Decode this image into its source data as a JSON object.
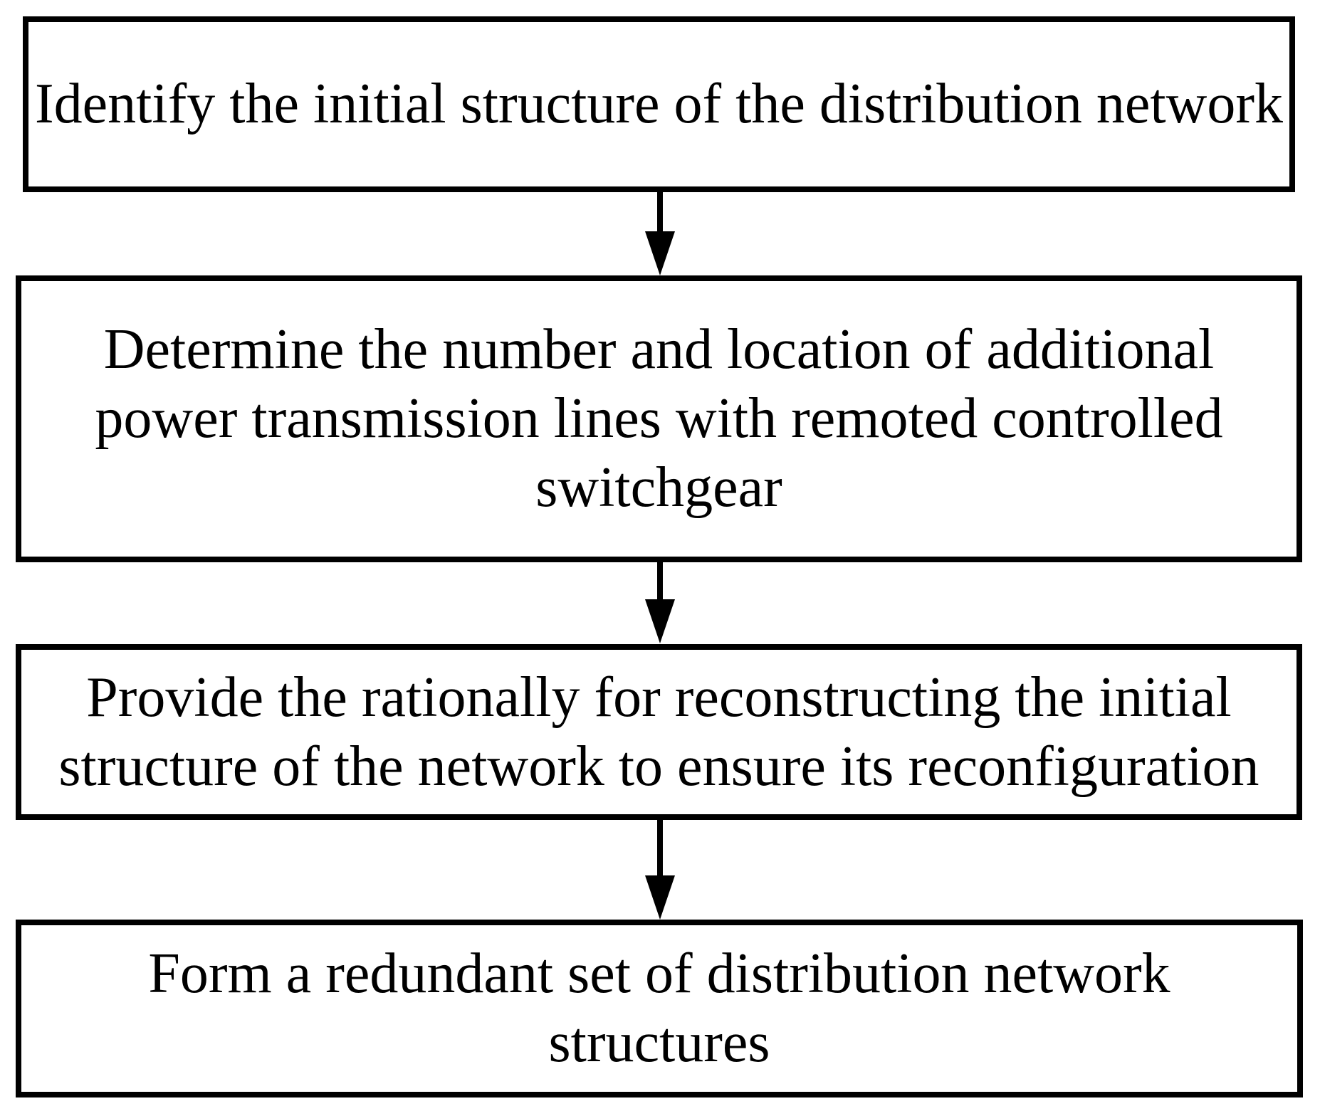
{
  "flowchart": {
    "background_color": "#ffffff",
    "line_color": "#000000",
    "text_color": "#000000",
    "steps": [
      {
        "text": "Identify the initial structure of the distribution network",
        "lines": [
          "Identify the initial structure of the distribution network"
        ]
      },
      {
        "text": "Determine the number and location of additional power transmission lines with remoted controlled switchgear",
        "lines": [
          "Determine the number and location of additional",
          "power transmission lines with remoted controlled",
          "switchgear"
        ]
      },
      {
        "text": "Provide the rationally for reconstructing the initial structure of the network to ensure its reconfiguration",
        "lines": [
          "Provide the rationally for reconstructing the initial",
          "structure of the network to ensure its reconfiguration"
        ]
      },
      {
        "text": "Form a redundant set of distribution network structures",
        "lines": [
          "Form a redundant set of distribution network",
          "structures"
        ]
      }
    ],
    "connectors": [
      {
        "type": "arrow-down",
        "from_step": 1,
        "to_step": 2
      },
      {
        "type": "arrow-down",
        "from_step": 2,
        "to_step": 3
      },
      {
        "type": "arrow-down",
        "from_step": 3,
        "to_step": 4
      }
    ]
  }
}
